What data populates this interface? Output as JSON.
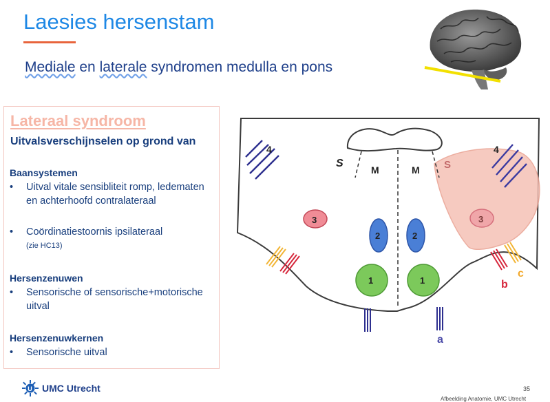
{
  "slide": {
    "title": "Laesies hersenstam",
    "subtitle_part1": "Mediale",
    "subtitle_part2": " en ",
    "subtitle_part3": "laterale",
    "subtitle_part4": " syndromen medulla en pons"
  },
  "panel": {
    "title": "Lateraal syndroom",
    "subtitle": "Uitvalsverschijnselen op grond van",
    "sections": [
      {
        "heading": "Baansystemen",
        "items": [
          {
            "text": "Uitval vitale sensibliteit romp, ledematen en achterhoofd contralateraal",
            "note": ""
          },
          {
            "text": "Coördinatiestoornis ipsilateraal",
            "note": "(zie HC13)"
          }
        ]
      },
      {
        "heading": "Hersenzenuwen",
        "items": [
          {
            "text": "Sensorische of sensorische+motorische uitval",
            "note": ""
          }
        ]
      },
      {
        "heading": "Hersenzenuwkernen",
        "items": [
          {
            "text": "Sensorische uitval",
            "note": ""
          }
        ]
      }
    ],
    "bullet": "•"
  },
  "diagram": {
    "labels": {
      "four_left": "4",
      "four_right": "4",
      "s_left": "S",
      "s_right": "S",
      "m_left": "M",
      "m_right": "M",
      "three_left": "3",
      "three_right": "3",
      "two_left": "2",
      "two_right": "2",
      "one_left": "1",
      "one_right": "1",
      "a": "a",
      "b": "b",
      "c": "c"
    },
    "colors": {
      "outline": "#3a3a3a",
      "tract": "#2d2f8f",
      "red_nerve": "#d6263b",
      "yellow_nerve": "#f2b535",
      "blue_nucleus": "#4a7fd6",
      "green_nucleus": "#7cc95b",
      "pink_nucleus": "#f08c96",
      "lesion": "#f5c1b6"
    }
  },
  "footer": {
    "logo_text": "UMC Utrecht",
    "page_number": "35",
    "credit": "Afbeelding Anatomie, UMC Utrecht"
  }
}
